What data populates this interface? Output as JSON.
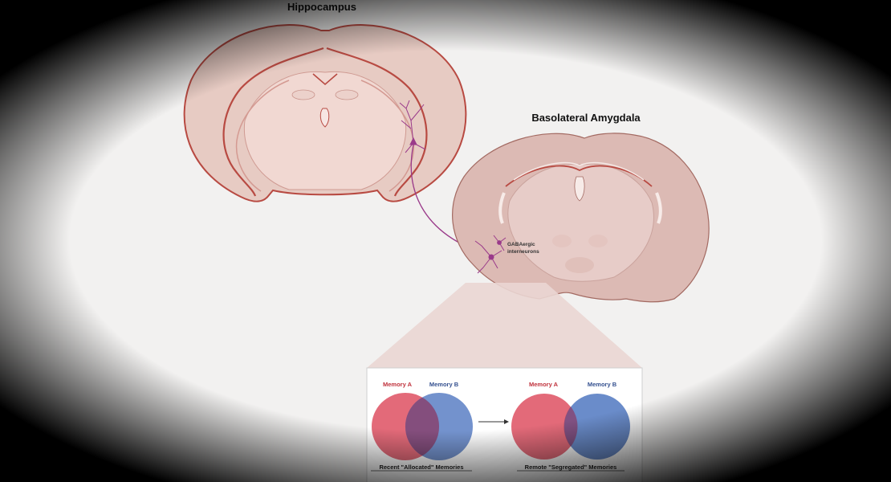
{
  "labels": {
    "hippocampus": "Hippocampus",
    "amygdala": "Basolateral Amygdala",
    "interneurons_line1": "GABAergic",
    "interneurons_line2": "interneurons"
  },
  "panel": {
    "left": {
      "memory_a": "Memory A",
      "memory_b": "Memory B",
      "caption": "Recent \"Allocated\" Memories"
    },
    "right": {
      "memory_a": "Memory A",
      "memory_b": "Memory B",
      "caption": "Remote \"Segregated\" Memories"
    }
  },
  "colors": {
    "memory_a": "#e05a6a",
    "memory_b": "#5a7fc4",
    "tissue_outer": "#e8cbc4",
    "tissue_inner": "#f3dcd8",
    "outline": "#b84a42",
    "neuron": "#9a3a8a"
  }
}
